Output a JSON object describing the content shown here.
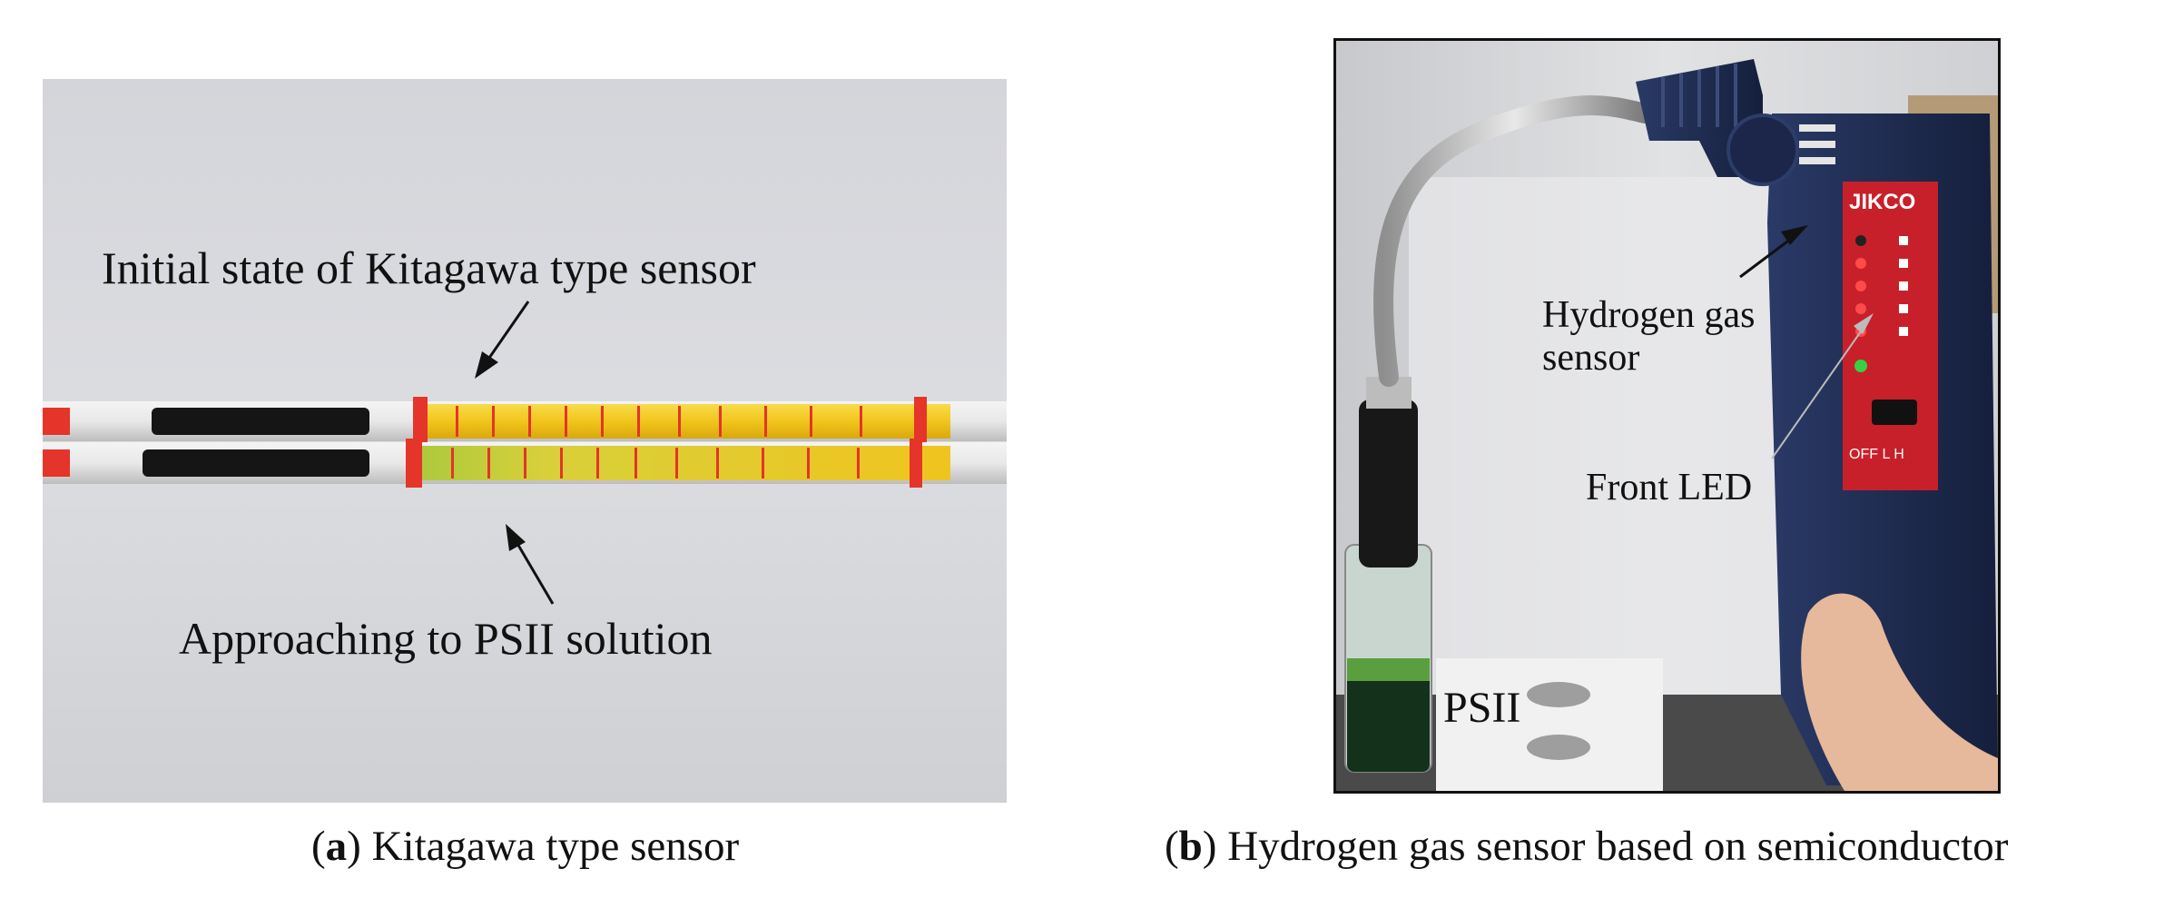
{
  "panel_a": {
    "label_top": "Initial state of Kitagawa type sensor",
    "label_bottom": "Approaching to PSII solution",
    "caption_letter": "a",
    "caption_text": " Kitagawa type sensor"
  },
  "panel_b": {
    "device_brand": "JIKCO",
    "label_sensor_line1": "Hydrogen gas",
    "label_sensor_line2": "sensor",
    "label_led": "Front LED",
    "label_psii": "PSII",
    "switch_labels": "OFF  L  H",
    "caption_letter": "b",
    "caption_text": " Hydrogen gas sensor based on semiconductor"
  },
  "colors": {
    "tube_yellow": "#f2c51c",
    "tube_red": "#e5342a",
    "device_navy": "#1c2a4e",
    "device_red": "#c8202a",
    "led_green": "#35d046",
    "backdrop": "#d9dadc"
  }
}
